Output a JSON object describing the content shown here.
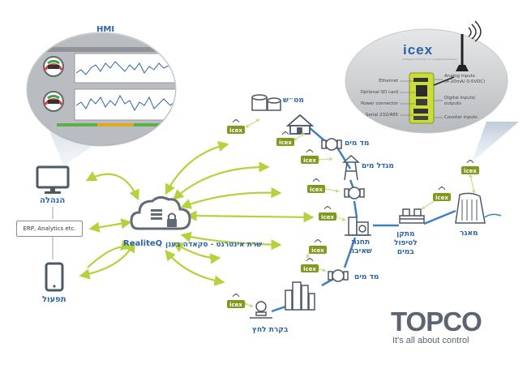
{
  "labels": {
    "hmi": "HMI",
    "management": "הנהלה",
    "erp": "ERP, Analytics etc.",
    "operation": "תפעול",
    "realiteq": "RealiteQ",
    "cloud_caption": "שרת אינטרנט - סקאדה בענן",
    "sewage": "מט״ש",
    "water_meter_top": "מד מים",
    "water_tower": "מגדל מים",
    "pumping_station": "תחנת\nשאיבה",
    "treatment_plant": "מתקן\nלטיפול\nבמים",
    "reservoir": "מאגר",
    "water_meter_bottom": "מד מים",
    "pressure_control": "בקרת לחץ"
  },
  "device_tag": "icex",
  "icex_bubble": {
    "title": "icex",
    "subtitle": "Intelligent Controller for Industrial Excellence",
    "left_labels": [
      "Ethernet",
      "Optional SD card",
      "Power connector",
      "Serial 232/485"
    ],
    "right_labels": [
      "Analog inputs\n(4-20mA/ 0-5VDC)",
      "Digital inputs/\noutputs",
      "Counter inputs"
    ]
  },
  "logo": {
    "brand": "TOPCO",
    "tagline": "It's all about control"
  },
  "colors": {
    "accent_blue": "#2a63a8",
    "arrow_green": "#b4d23c",
    "device_green": "#7f9a1e",
    "pipe_blue": "#3f7fc4",
    "cloud_gray": "#5f6b75"
  }
}
